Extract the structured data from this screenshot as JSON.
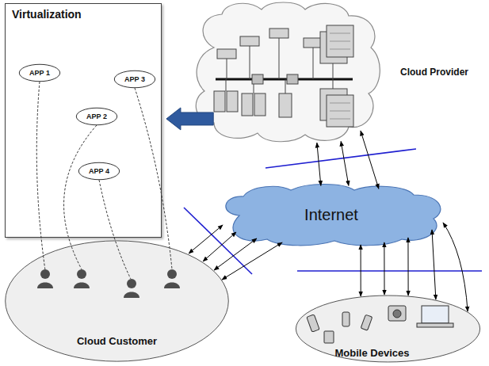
{
  "diagram": {
    "nodes": [
      {
        "text": [
          "Virtualization"
        ]
      },
      {
        "text": [
          "APP 1"
        ],
        "in": 0
      },
      {
        "text": [
          "APP 3"
        ],
        "in": 0
      },
      {
        "text": [
          "APP 2"
        ],
        "in": 0
      },
      {
        "text": [
          "APP 4"
        ],
        "in": 0
      },
      {
        "text": [
          "Cloud Provider"
        ]
      },
      {
        "text": [
          "Internet"
        ]
      },
      {
        "text": [
          "Cloud Customer"
        ]
      },
      {
        "text": [
          "Mobile Devices"
        ]
      }
    ],
    "edges": [
      {
        "from": 5,
        "to": 0,
        "arrow": "to"
      },
      {
        "from": 5,
        "to": 6,
        "arrow": "both"
      },
      {
        "from": 5,
        "to": 6,
        "arrow": "both"
      },
      {
        "from": 5,
        "to": 6,
        "arrow": "both"
      },
      {
        "from": 7,
        "to": 6,
        "arrow": "both"
      },
      {
        "from": 7,
        "to": 6,
        "arrow": "both"
      },
      {
        "from": 7,
        "to": 6,
        "arrow": "both"
      },
      {
        "from": 7,
        "to": 6,
        "arrow": "both"
      },
      {
        "from": 6,
        "to": 8,
        "arrow": "both"
      },
      {
        "from": 6,
        "to": 8,
        "arrow": "both"
      },
      {
        "from": 6,
        "to": 8,
        "arrow": "both"
      },
      {
        "from": 6,
        "to": 8,
        "arrow": "both"
      },
      {
        "from": 6,
        "to": 8,
        "arrow": "both"
      },
      {
        "from": 1,
        "to": 7,
        "arrow": "none"
      },
      {
        "from": 3,
        "to": 7,
        "arrow": "none"
      },
      {
        "from": 4,
        "to": 7,
        "arrow": "none"
      },
      {
        "from": 2,
        "to": 7,
        "arrow": "none"
      }
    ]
  }
}
